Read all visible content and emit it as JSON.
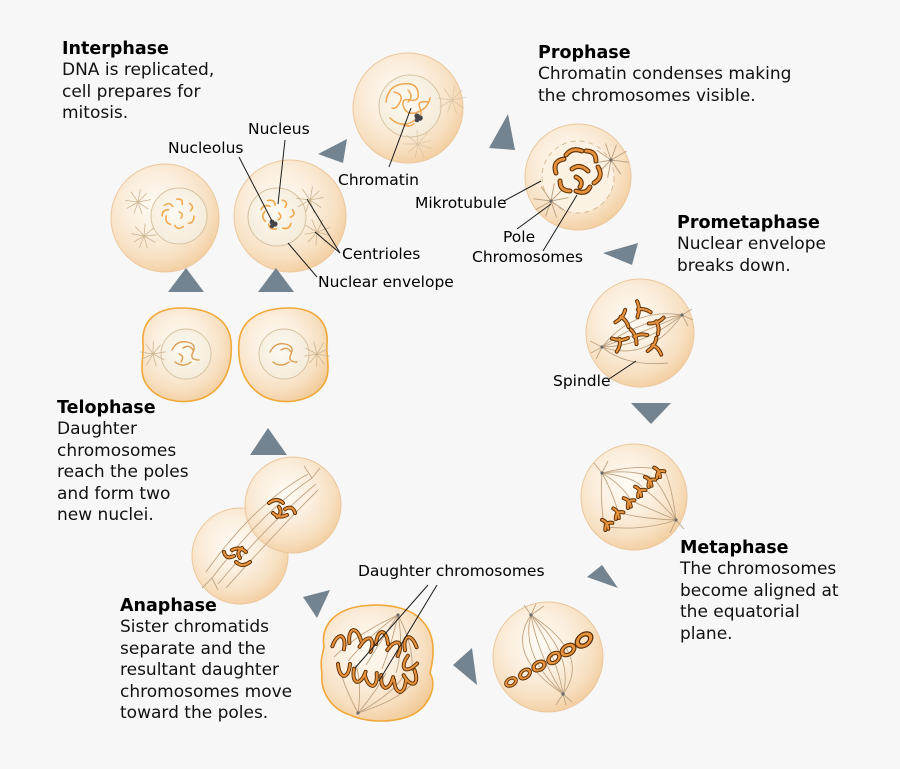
{
  "diagram_subject": "Mitosis cell cycle",
  "phases": {
    "interphase": {
      "title": "Interphase",
      "lines": [
        "DNA is replicated,",
        "cell prepares for",
        "mitosis."
      ]
    },
    "prophase": {
      "title": "Prophase",
      "lines": [
        "Chromatin condenses making",
        "the chromosomes visible."
      ]
    },
    "prometaphase": {
      "title": "Prometaphase",
      "lines": [
        "Nuclear envelope",
        "breaks down."
      ]
    },
    "metaphase": {
      "title": "Metaphase",
      "lines": [
        "The chromosomes",
        "become aligned at",
        "the equatorial",
        "plane."
      ]
    },
    "anaphase": {
      "title": "Anaphase",
      "lines": [
        "Sister chromatids",
        "separate and the",
        "resultant daughter",
        "chromosomes move",
        "toward the poles."
      ]
    },
    "telophase": {
      "title": "Telophase",
      "lines": [
        "Daughter",
        "chromosomes",
        "reach the poles",
        "and form two",
        "new nuclei."
      ]
    }
  },
  "annotations": {
    "nucleus": "Nucleus",
    "nucleolus": "Nucleolus",
    "chromatin": "Chromatin",
    "mikrotubule": "Mikrotubule",
    "pole": "Pole",
    "chromosomes": "Chromosomes",
    "centrioles": "Centrioles",
    "nuclear_envelope": "Nuclear envelope",
    "spindle": "Spindle",
    "daughter_chromosomes": "Daughter chromosomes"
  },
  "colors": {
    "background": "#f7f7f7",
    "arrow": "#73838f",
    "cell_membrane": "#f0c795",
    "highlight_membrane": "#f0a838",
    "chromosome_fill": "#e8913c",
    "chromosome_outline": "#5b3006",
    "chromatin_thread": "#f0a84c",
    "spindle_fiber": "#bfa382",
    "leader_line": "#1a1a1a",
    "text": "#000000"
  }
}
